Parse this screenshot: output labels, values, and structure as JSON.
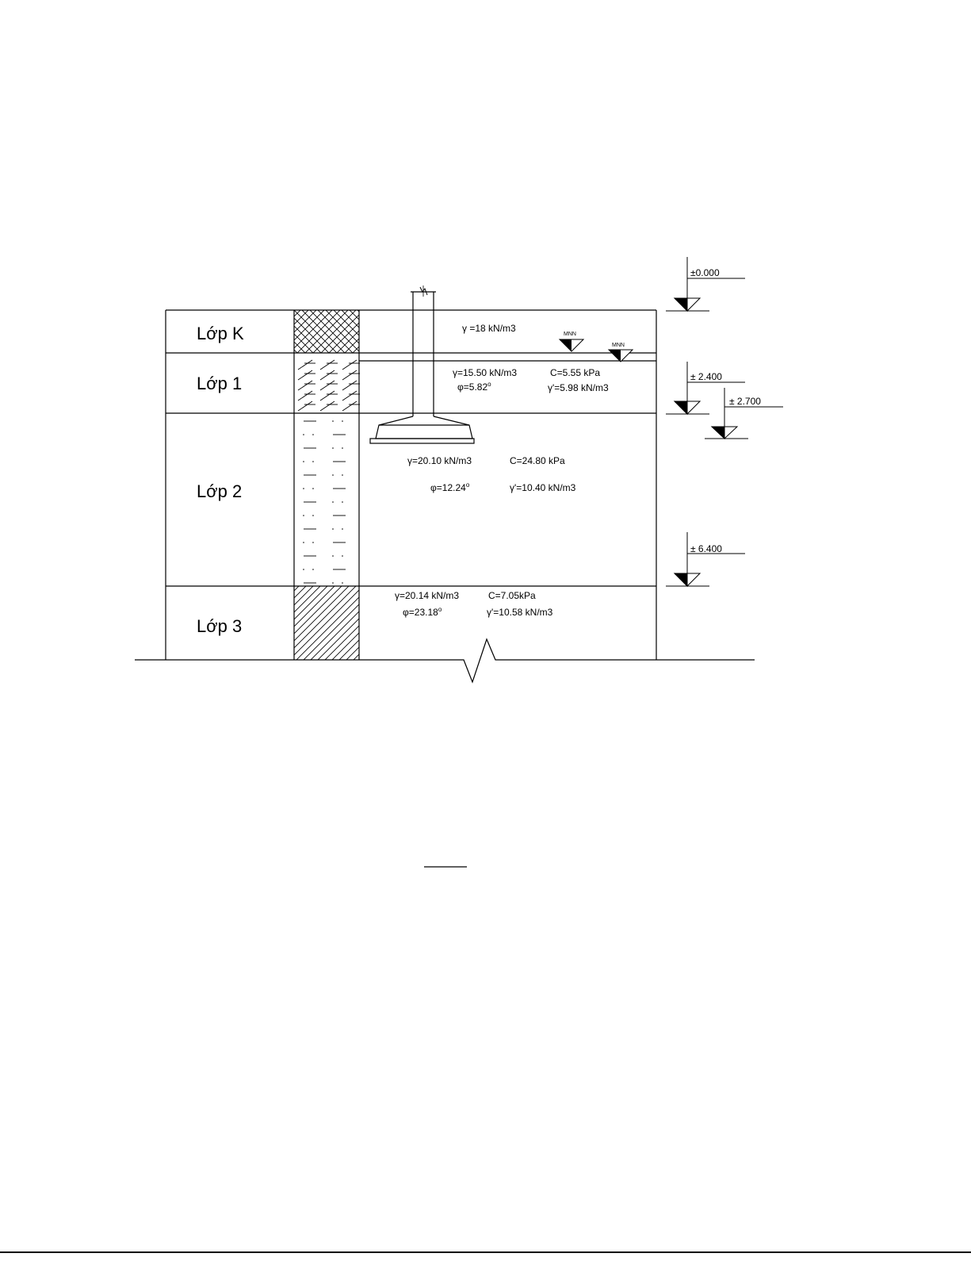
{
  "diagram": {
    "layers": [
      {
        "id": "k",
        "name": "Lớp K",
        "pattern": "crosshatch",
        "props": {
          "gamma": "γ =18 kN/m3"
        }
      },
      {
        "id": "1",
        "name": "Lớp 1",
        "pattern": "dashes-hatch",
        "props": {
          "gamma": "γ=15.50 kN/m3",
          "c": "C=5.55 kPa",
          "phi": "φ=5.82",
          "gamma_sub": "γ'=5.98 kN/m3"
        }
      },
      {
        "id": "2",
        "name": "Lớp 2",
        "pattern": "dash-dot",
        "props": {
          "gamma": "γ=20.10 kN/m3",
          "c": "C=24.80 kPa",
          "phi": "φ=12.24",
          "gamma_sub": "γ'=10.40 kN/m3"
        }
      },
      {
        "id": "3",
        "name": "Lớp 3",
        "pattern": "diagonal-hatch",
        "props": {
          "gamma": "γ=20.14 kN/m3",
          "c": "C=7.05kPa",
          "phi": "φ=23.18",
          "gamma_sub": "γ'=10.58 kN/m3"
        }
      }
    ],
    "degree_mark": "o",
    "water_table_labels": [
      "MNN",
      "MNN"
    ],
    "levels": [
      "±0.000",
      "± 2.400",
      "± 2.700",
      "± 6.400"
    ]
  }
}
